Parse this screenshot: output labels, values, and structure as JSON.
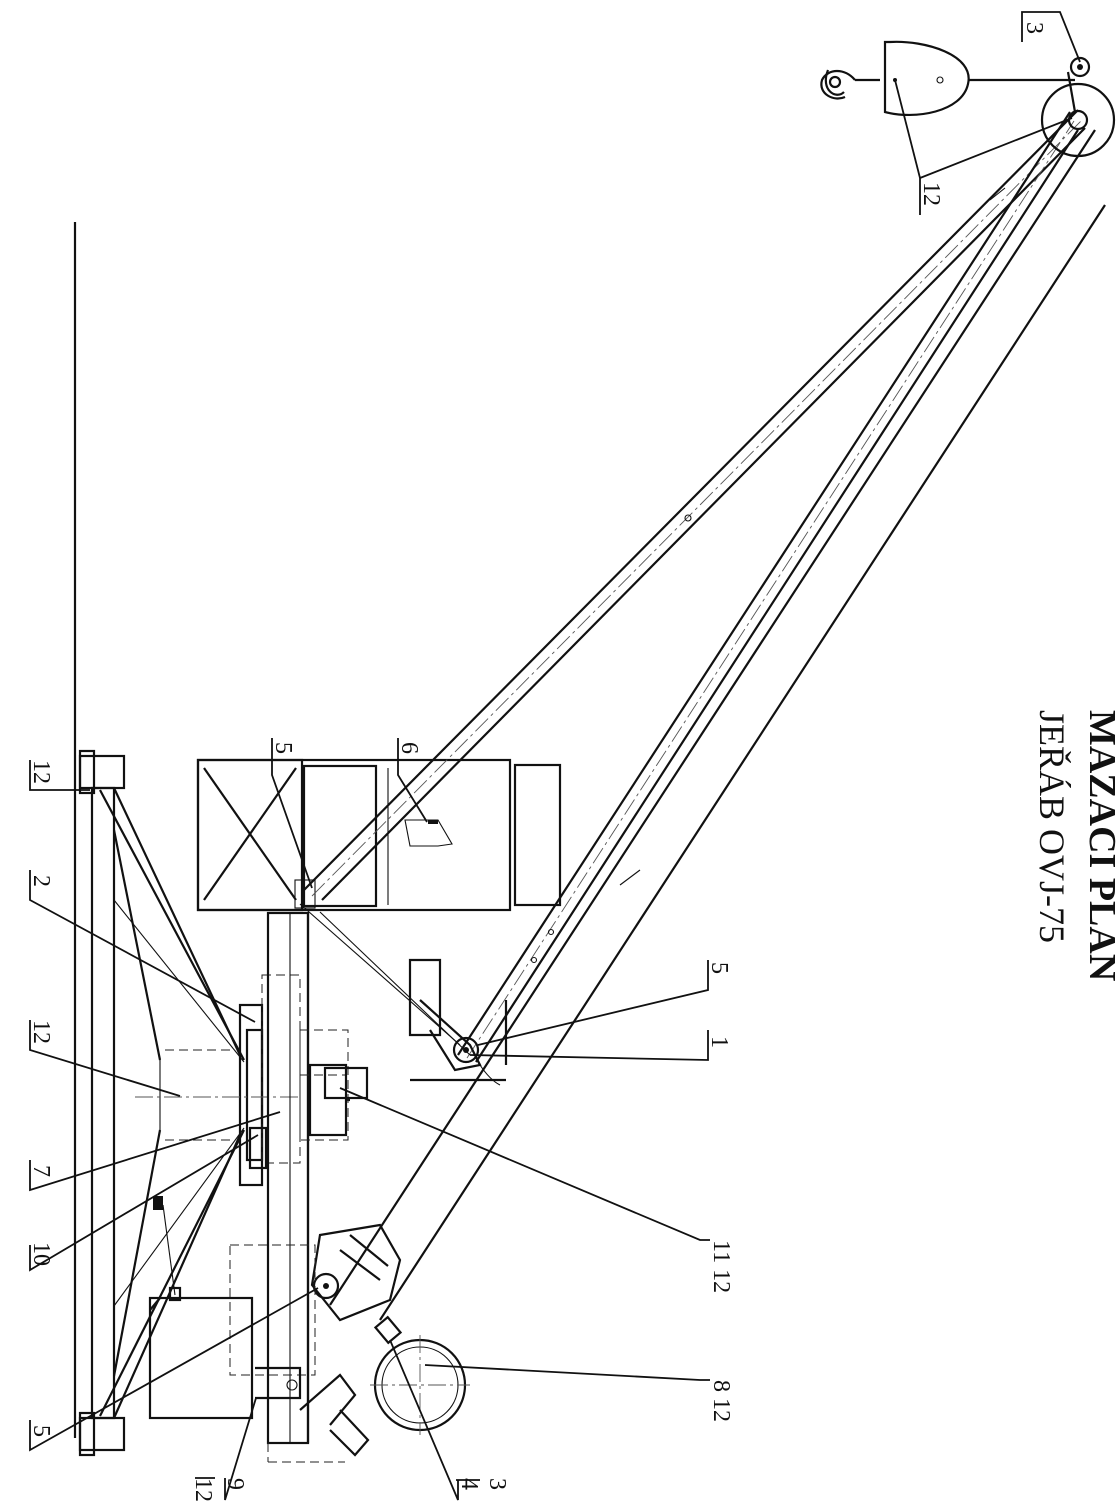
{
  "title": "MAZACÍ PLÁN",
  "subtitle": "JEŘÁB OVJ-75",
  "callouts": {
    "c3_top": "3",
    "c12_hook": "12",
    "c6": "6",
    "c5_cab": "5",
    "c12_left_top": "12",
    "c2": "2",
    "c12_mid": "12",
    "c7": "7",
    "c10": "10",
    "c5_right": "5",
    "c1": "1",
    "c11_12": "11 12",
    "c8_12": "8 12",
    "c5_bottom": "5",
    "c9": "9",
    "c12_bottom": "12",
    "c3_bottom": "3",
    "c4": "4"
  }
}
